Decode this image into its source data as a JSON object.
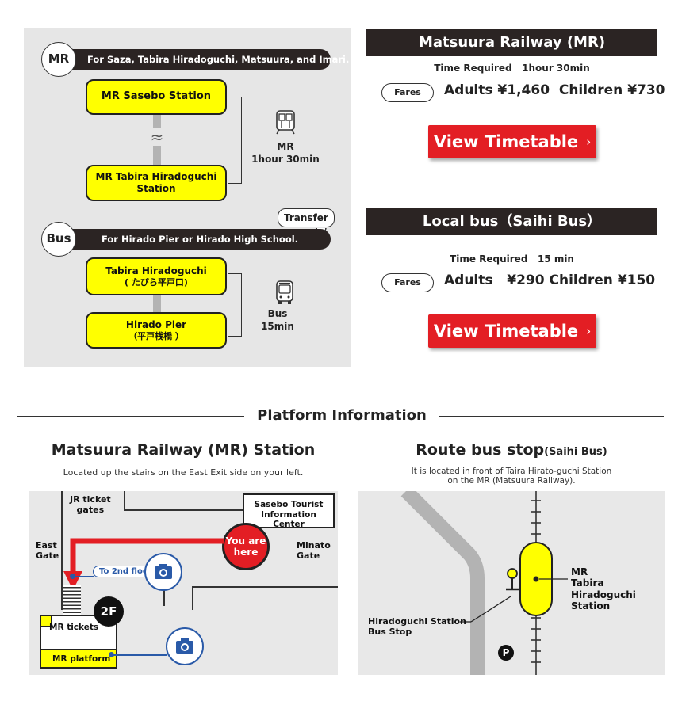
{
  "route": {
    "mr_tag": "MR",
    "mr_banner": "For Saza, Tabira Hiradoguchi, Matsuura, and Imari.",
    "mr_from": "MR Sasebo Station",
    "mr_to_line1": "MR Tabira Hiradoguchi",
    "mr_to_line2": "Station",
    "mr_wave": "≈",
    "mr_mode": "MR",
    "mr_time": "1hour 30min",
    "transfer": "Transfer",
    "bus_tag": "Bus",
    "bus_banner": "For Hirado Pier or Hirado High School.",
    "bus_from_line1": "Tabira Hiradoguchi",
    "bus_from_line2": "( たびら平戸口)",
    "bus_to_line1": "Hirado Pier",
    "bus_to_line2": "（平戸桟橋 ）",
    "bus_mode": "Bus",
    "bus_time": "15min"
  },
  "mr_info": {
    "title": "Matsuura Railway (MR)",
    "time_required": "Time Required   1hour 30min",
    "fares_label": "Fares",
    "fares": "Adults ¥1,460  Children ¥730",
    "button": "View Timetable"
  },
  "bus_info": {
    "title": "Local bus（Saihi Bus）",
    "time_required": "Time Required   15 min",
    "fares_label": "Fares",
    "fares": "Adults   ¥290 Children ¥150",
    "button": "View Timetable"
  },
  "platform": {
    "section_title": "Platform Information",
    "mr_station_title": "Matsuura Railway (MR) Station",
    "mr_station_desc": "Located up the stairs on the East Exit side on your left.",
    "bus_stop_title": "Route bus stop",
    "bus_stop_title_small": "(Saihi Bus)",
    "bus_stop_desc_line1": "It is located in front of Taira Hirato-guchi Station",
    "bus_stop_desc_line2": "on the MR (Matsuura Railway).",
    "map1": {
      "jr_gates_line1": "JR ticket",
      "jr_gates_line2": "gates",
      "tourist_line1": "Sasebo Tourist",
      "tourist_line2": "Information Center",
      "you_are_line1": "You are",
      "you_are_line2": "here",
      "east_gate_line1": "East",
      "east_gate_line2": "Gate",
      "minato_line1": "Minato",
      "minato_line2": "Gate",
      "to_2nd_floor": "To 2nd floor",
      "floor": "2F",
      "mr_tickets": "MR tickets",
      "mr_platform": "MR platform"
    },
    "map2": {
      "station_line1": "MR",
      "station_line2": "Tabira Hiradoguchi",
      "station_line3": "Station",
      "busstop_line1": "Hiradoguchi Station",
      "busstop_line2": "Bus Stop",
      "parking": "P"
    }
  },
  "icons": {
    "chevron": "›",
    "accent_red": "#e31e24",
    "highlight_yellow": "#ffff00",
    "header_dark": "#2b2423",
    "link_blue": "#2a5aa8"
  }
}
